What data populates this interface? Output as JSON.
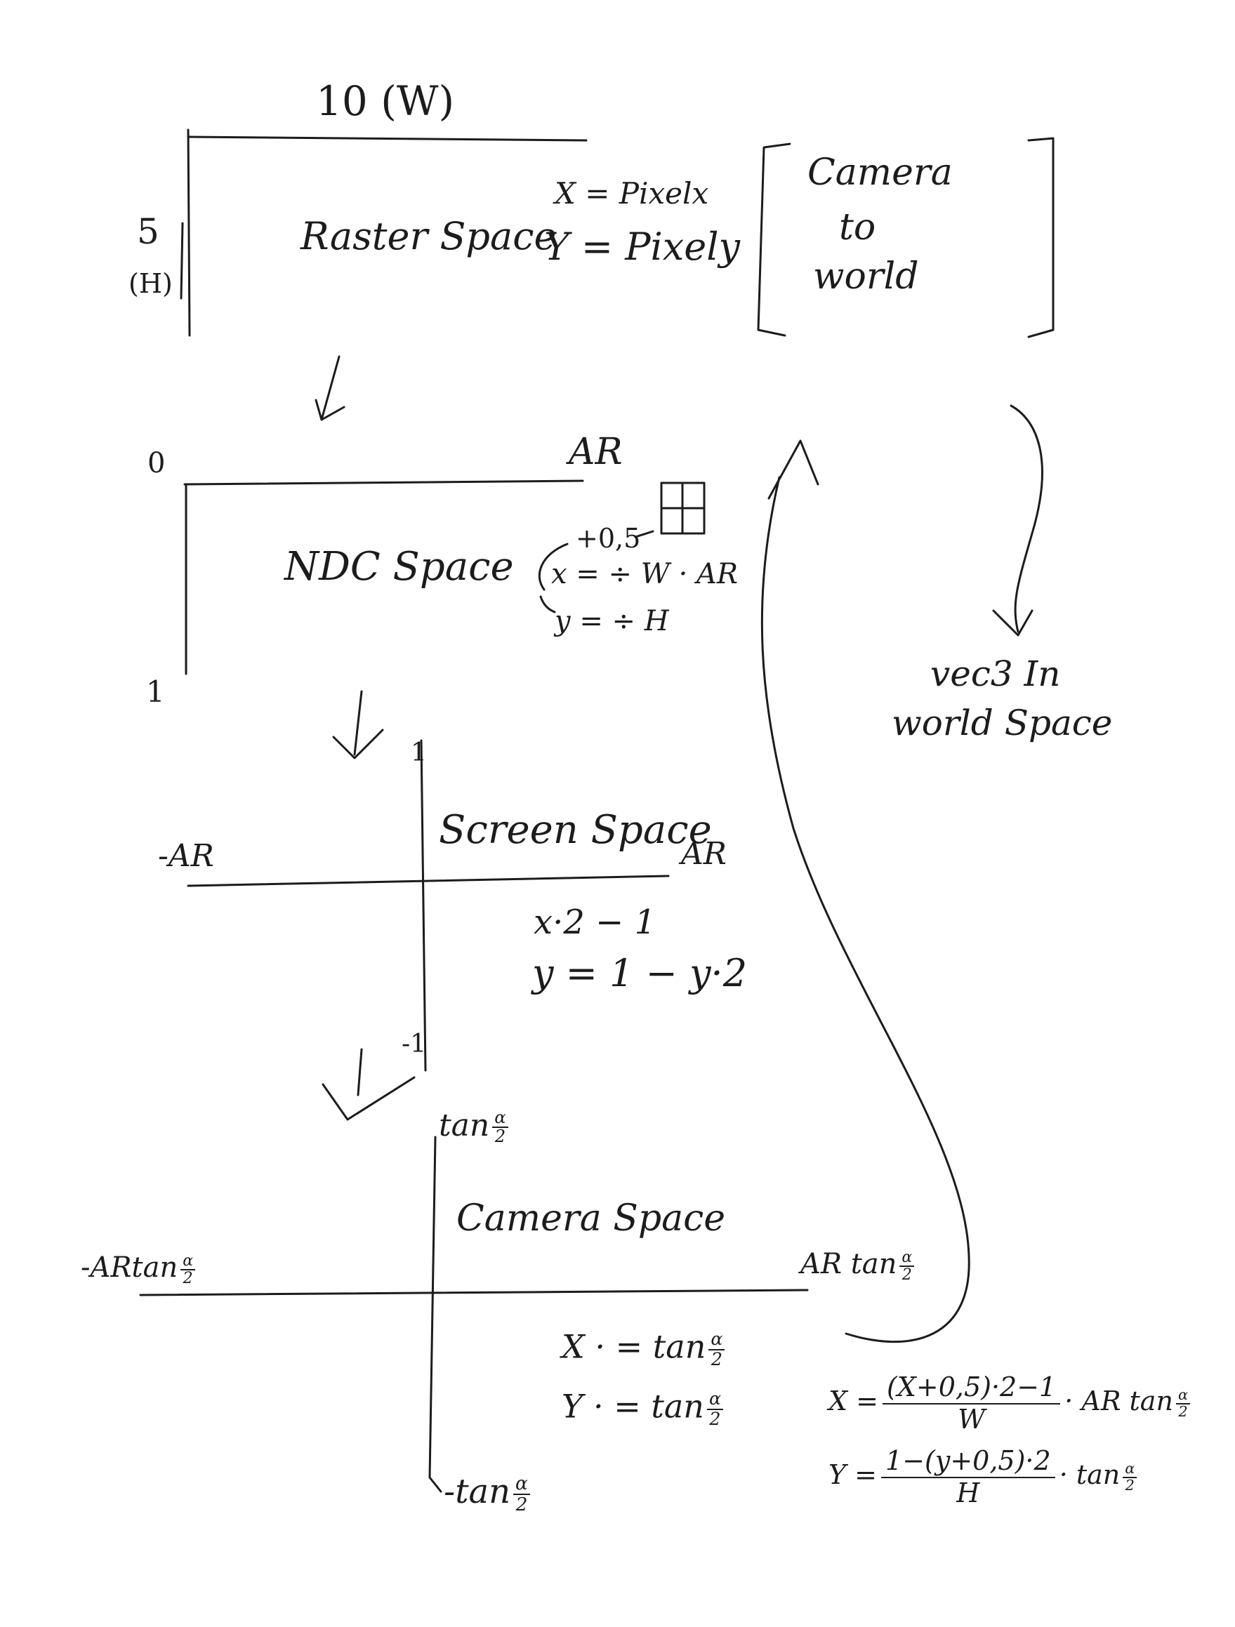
{
  "raster": {
    "width_label": "10 (W)",
    "height_label_a": "5",
    "height_label_b": "(H)",
    "title": "Raster Space",
    "x_eq": "X = Pixelx",
    "y_eq": "Y = Pixely"
  },
  "matrix": {
    "line1": "Camera",
    "line2": "to",
    "line3": "world"
  },
  "ndc": {
    "zero": "0",
    "ar": "AR",
    "one": "1",
    "title": "NDC Space",
    "offset": "+0,5",
    "x_eq": "x = ÷ W · AR",
    "y_eq": "y = ÷ H"
  },
  "screen": {
    "top": "1",
    "bottom": "-1",
    "left": "-AR",
    "right": "AR",
    "title": "Screen Space",
    "x_eq": "x·2 − 1",
    "y_eq": "y = 1 − y·2"
  },
  "camera": {
    "top_tan": "tan",
    "bottom_tan": "-tan",
    "left": "-ARtan",
    "right": "AR tan",
    "title": "Camera Space",
    "x_eq": "X · = tan",
    "y_eq": "Y · = tan",
    "alpha": "α",
    "two": "2"
  },
  "world": {
    "line1": "vec3 In",
    "line2": "world Space"
  },
  "formulas": {
    "x_lhs": "X =",
    "x_num": "(X+0,5)·2−1",
    "x_den": "W",
    "x_rhs": "· AR tan",
    "y_lhs": "Y =",
    "y_num": "1−(y+0,5)·2",
    "y_den": "H",
    "y_rhs": "· tan"
  }
}
